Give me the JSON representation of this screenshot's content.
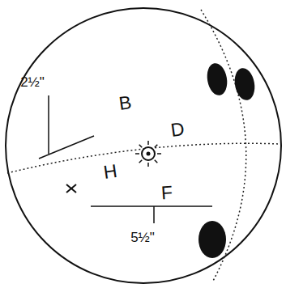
{
  "diagram": {
    "labels": [
      "2½\"",
      "B",
      "D",
      "H",
      "F",
      "5½\""
    ]
  }
}
